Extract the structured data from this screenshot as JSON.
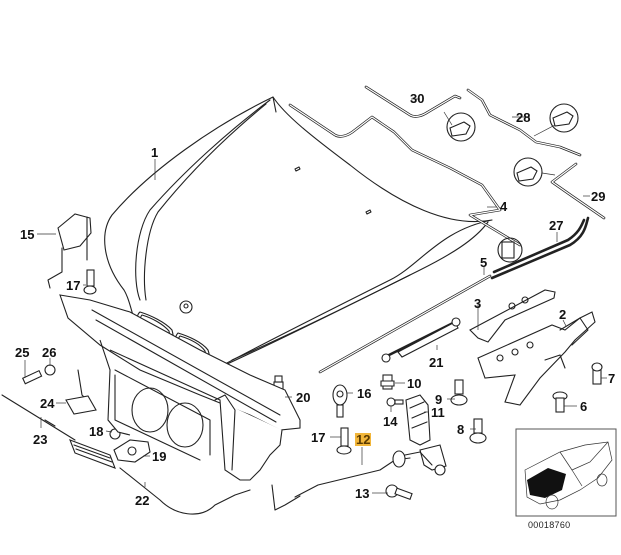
{
  "diagram": {
    "title": "Engine hood / hood mechanism parts diagram",
    "reference_number": "00018760",
    "highlighted_part": "12",
    "highlight_color": "#f2b63a",
    "callouts": [
      {
        "id": "1",
        "part": "hood"
      },
      {
        "id": "2",
        "part": "hinge"
      },
      {
        "id": "3",
        "part": "hinge plate"
      },
      {
        "id": "4",
        "part": "seal"
      },
      {
        "id": "5",
        "part": "seal strip"
      },
      {
        "id": "6",
        "part": "bolt"
      },
      {
        "id": "7",
        "part": "bolt"
      },
      {
        "id": "8",
        "part": "bolt"
      },
      {
        "id": "9",
        "part": "bolt"
      },
      {
        "id": "10",
        "part": "ball stud"
      },
      {
        "id": "11",
        "part": "hood lock"
      },
      {
        "id": "12",
        "part": "cable"
      },
      {
        "id": "13",
        "part": "bolt"
      },
      {
        "id": "14",
        "part": "screw"
      },
      {
        "id": "15",
        "part": "hood catch"
      },
      {
        "id": "16",
        "part": "clip"
      },
      {
        "id": "17",
        "part": "stop buffer"
      },
      {
        "id": "17",
        "part": "stop buffer"
      },
      {
        "id": "18",
        "part": "screw"
      },
      {
        "id": "19",
        "part": "holder"
      },
      {
        "id": "20",
        "part": "buffer"
      },
      {
        "id": "21",
        "part": "gas strut"
      },
      {
        "id": "22",
        "part": "bowden cable"
      },
      {
        "id": "23",
        "part": "bowden cable"
      },
      {
        "id": "24",
        "part": "bracket"
      },
      {
        "id": "25",
        "part": "bolt"
      },
      {
        "id": "26",
        "part": "nut"
      },
      {
        "id": "27",
        "part": "seal"
      },
      {
        "id": "28",
        "part": "seal"
      },
      {
        "id": "29",
        "part": "seal"
      },
      {
        "id": "30",
        "part": "seal"
      }
    ]
  }
}
